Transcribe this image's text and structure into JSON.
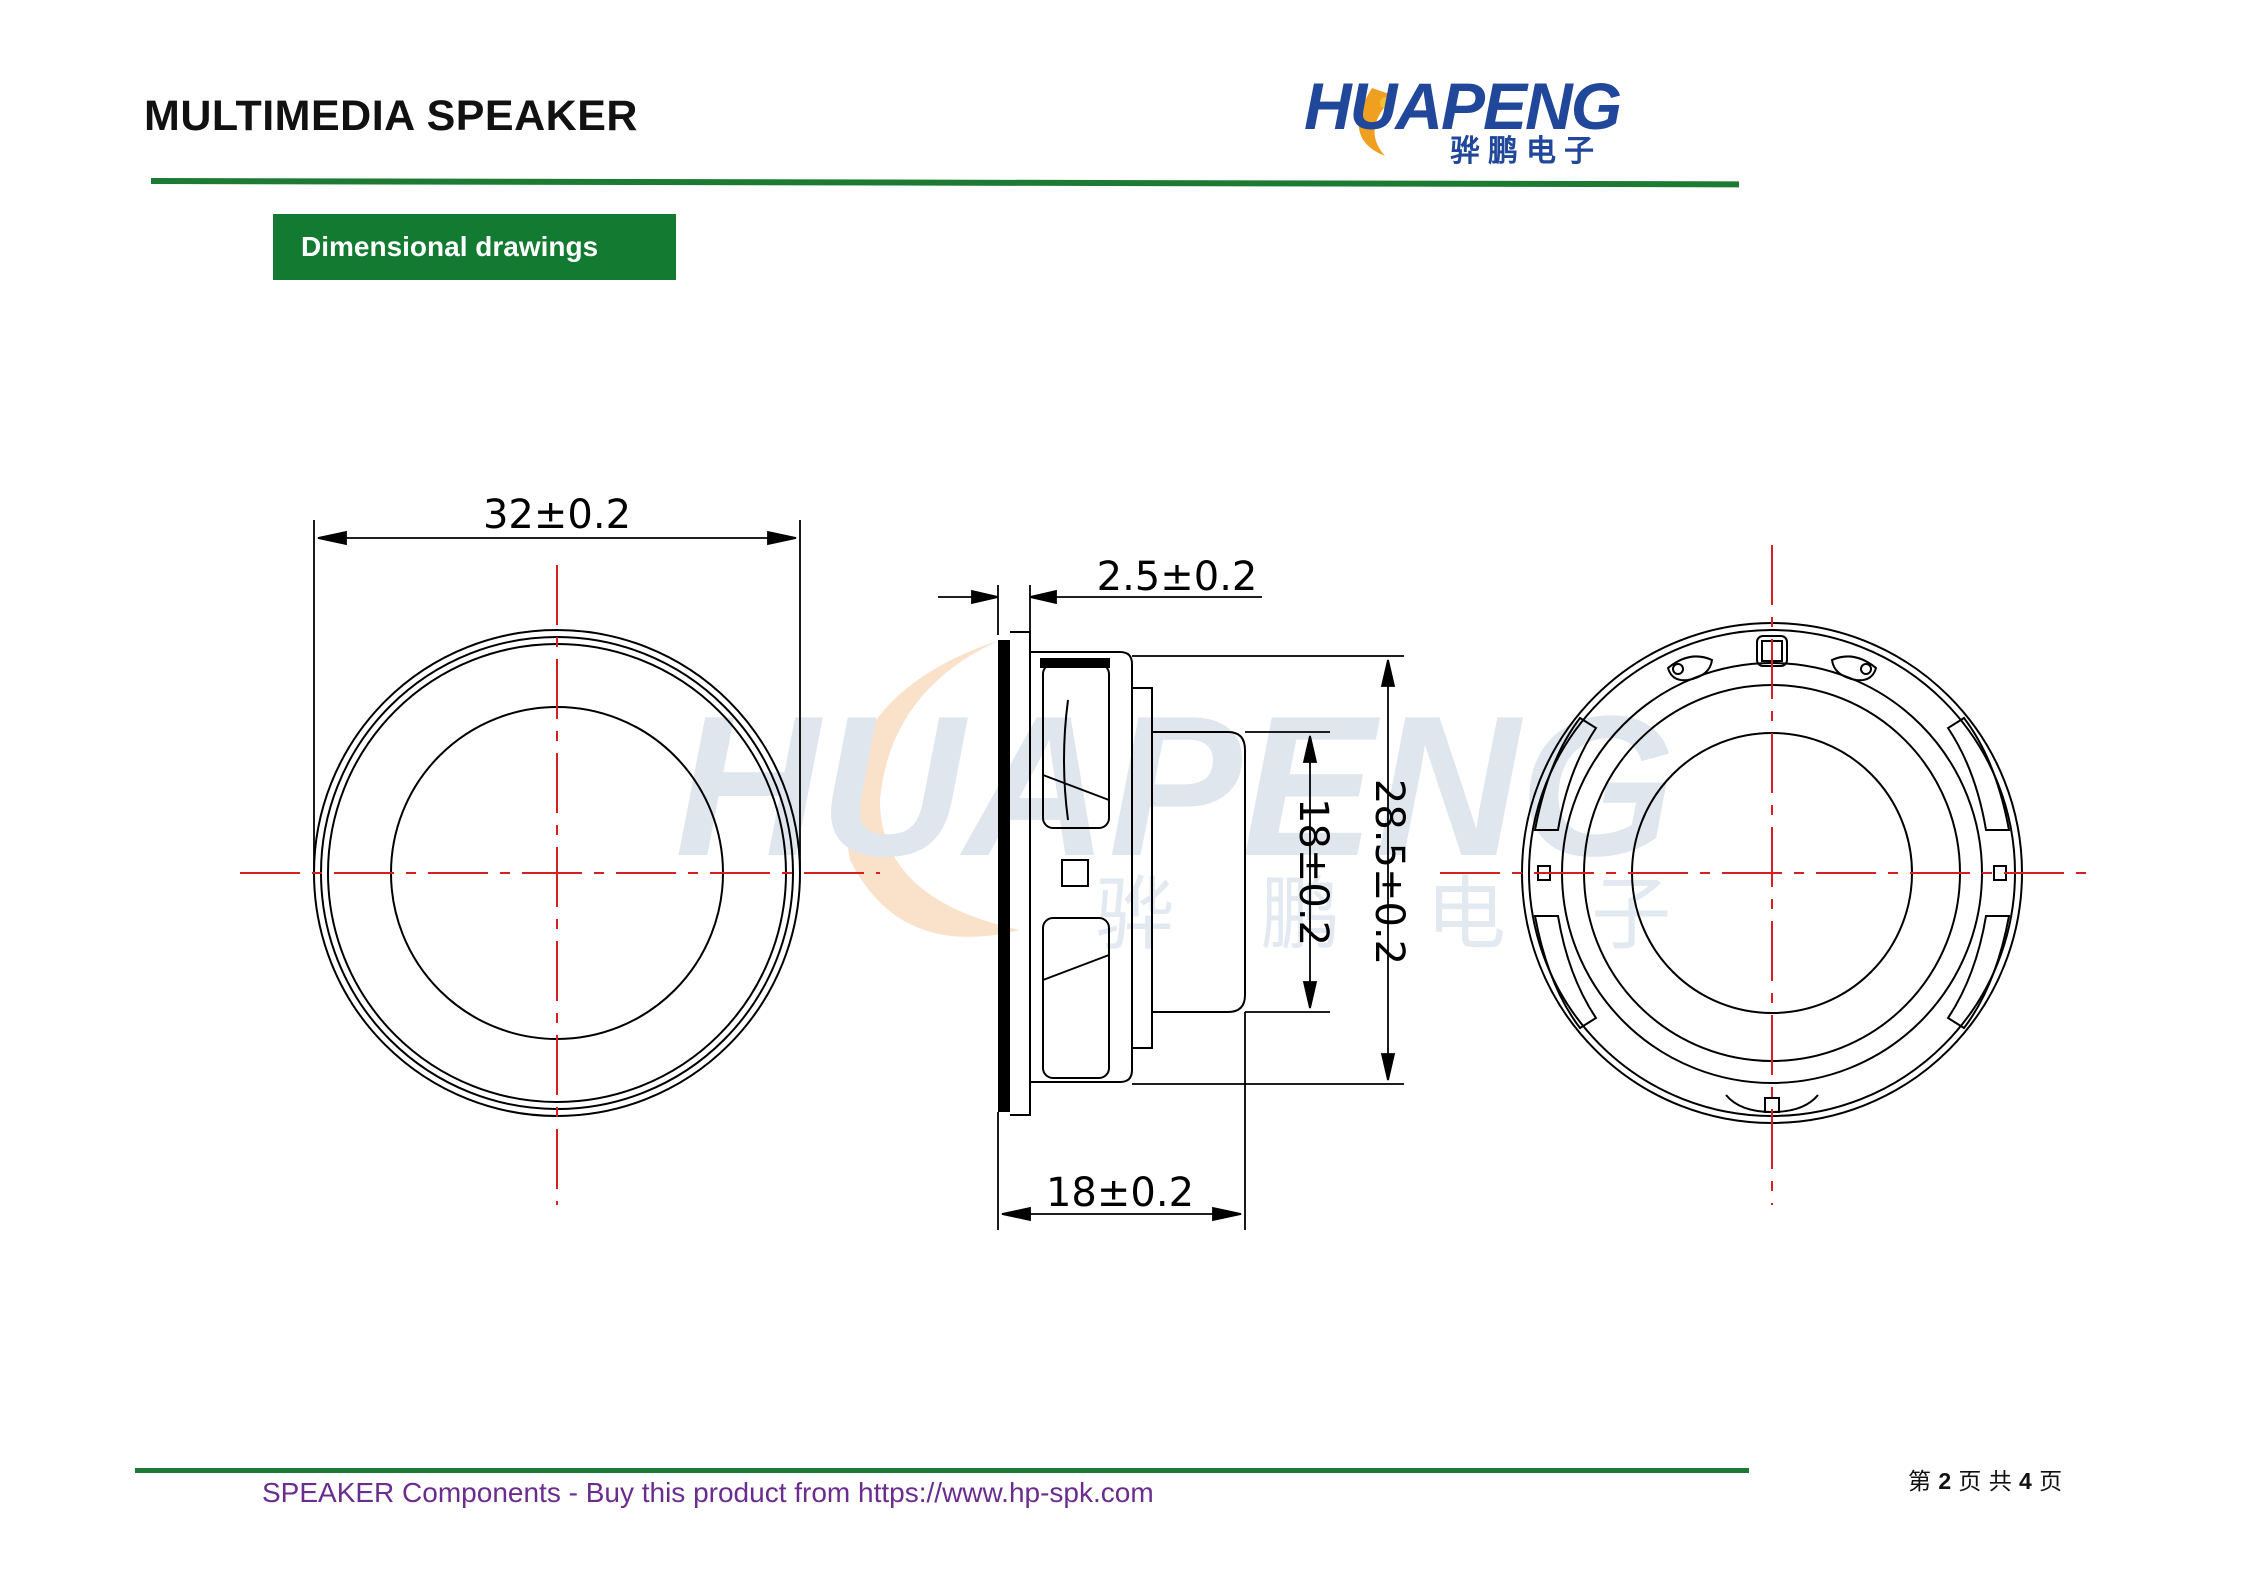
{
  "header": {
    "title": "MULTIMEDIA SPEAKER",
    "logo_text": "HUAPENG",
    "logo_cn": "骅鹏电子",
    "brand_blue": "#20479a",
    "brand_orange": "#f0a020",
    "green": "#1c7a33"
  },
  "section": {
    "label": "Dimensional drawings"
  },
  "drawing": {
    "dim_outer_diameter": "32±0.2",
    "dim_flange": "2.5±0.2",
    "dim_magnet": "18±0.2",
    "dim_frame_height": "28.5±0.2",
    "dim_depth": "18±0.2",
    "watermark_text": "HUAPENG",
    "watermark_cn": "骅 鹏 电 子",
    "line_color": "#000000",
    "centerline_color": "#d62020"
  },
  "footer": {
    "text": "SPEAKER Components - Buy this product from https://www.hp-spk.com",
    "page_prefix": "第",
    "page_current": "2",
    "page_mid": "页 共",
    "page_total": "4",
    "page_suffix": "页"
  }
}
